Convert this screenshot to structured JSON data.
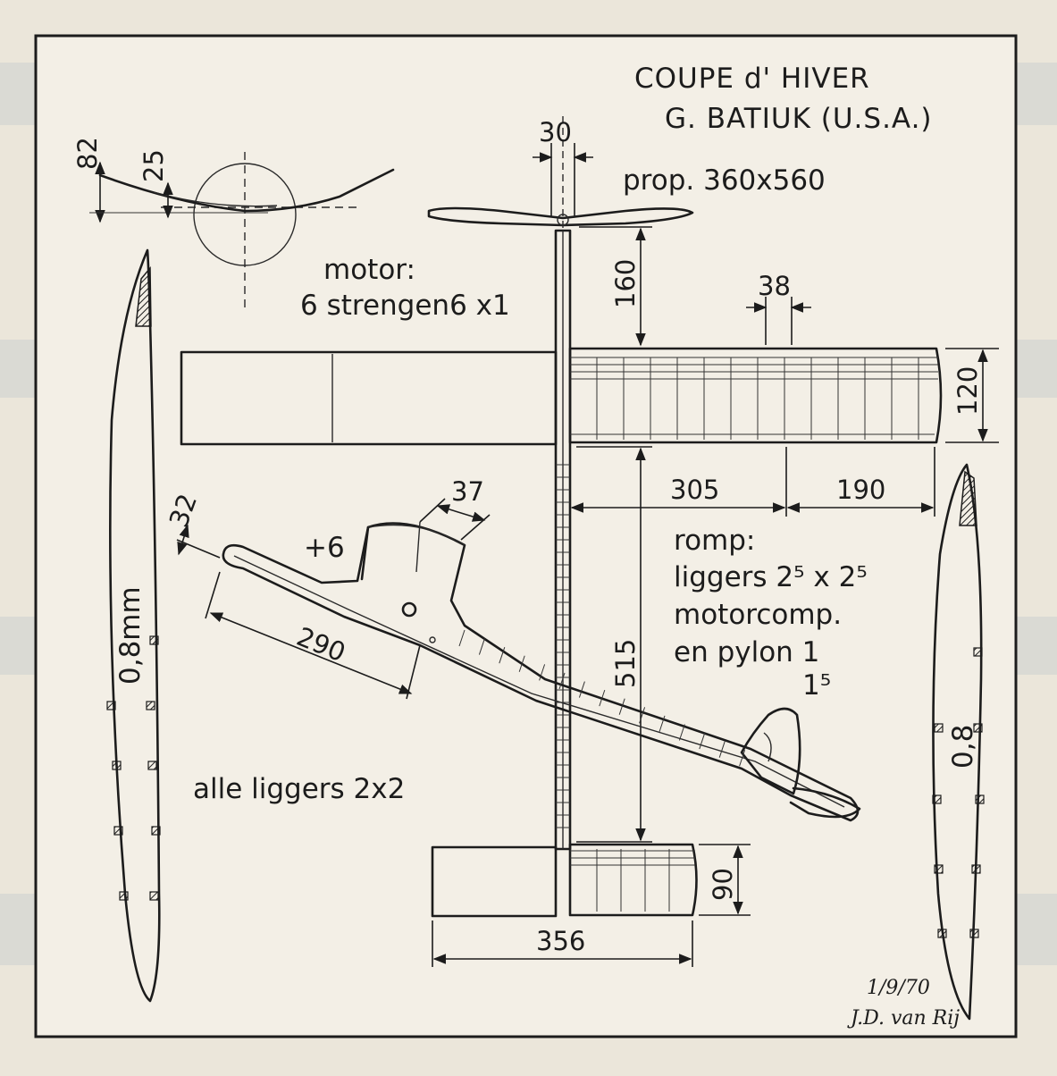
{
  "title": {
    "line1": "COUPE d' HIVER",
    "line2": "G. BATIUK (U.S.A.)"
  },
  "labels": {
    "prop": "prop. 360x560",
    "motor_line1": "motor:",
    "motor_line2": "6 strengen6 x1",
    "romp_line1": "romp:",
    "romp_line2": "liggers 2⁵ x 2⁵",
    "romp_line3": "motorcomp.",
    "romp_line4": "en pylon 1",
    "alle_liggers": "alle liggers 2x2",
    "pylon_incidence": "+6",
    "rudder_thickness": "1⁵",
    "rib_left_thickness": "0,8mm",
    "rib_right_thickness": "0,8"
  },
  "dimensions": {
    "d30": "30",
    "d82": "82",
    "d25": "25",
    "d160": "160",
    "d38": "38",
    "d120": "120",
    "d305": "305",
    "d190": "190",
    "d37": "37",
    "d32": "32",
    "d290": "290",
    "d515": "515",
    "d90": "90",
    "d356": "356"
  },
  "signature": {
    "date": "1/9/70",
    "name": "J.D. van Rij"
  }
}
